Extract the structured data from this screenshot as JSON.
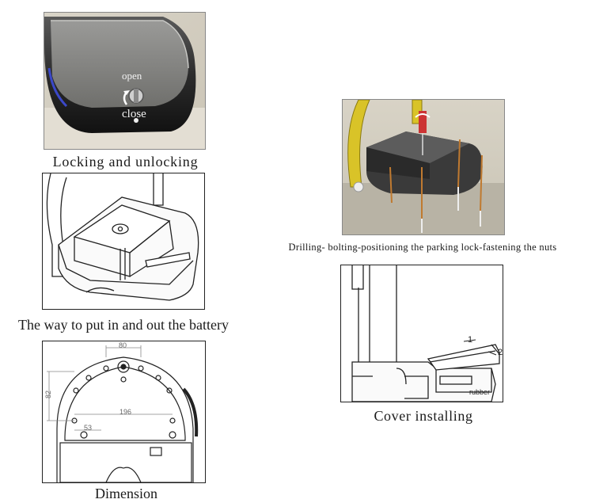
{
  "figures": {
    "locking": {
      "caption": "Locking and unlocking",
      "label_open": "open",
      "label_close": "close"
    },
    "battery": {
      "caption": "The way to put in and out the battery"
    },
    "dimension": {
      "caption": "Dimension",
      "dims": {
        "top_width": "80",
        "left_height": "82",
        "middle_width": "196",
        "bottom_offset": "53"
      }
    },
    "drilling": {
      "caption": "Drilling- bolting-positioning the parking lock-fastening the nuts"
    },
    "cover": {
      "caption": "Cover installing",
      "label_1": "1",
      "label_2": "2",
      "label_rubber": "rubber"
    }
  }
}
